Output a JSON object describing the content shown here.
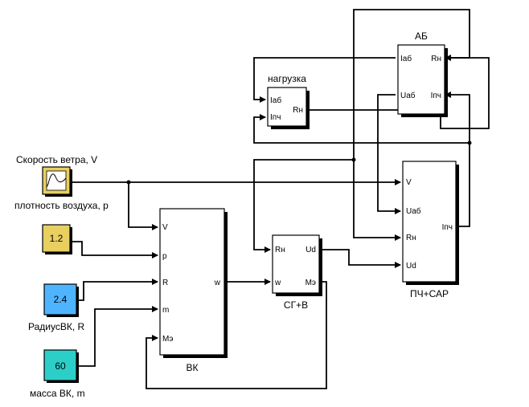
{
  "sources": {
    "wind": {
      "label": "Скорость ветра, V",
      "color": "#e8cf60"
    },
    "density": {
      "label": "плотность воздуха, p",
      "value": "1.2",
      "color": "#e8cf60"
    },
    "radius": {
      "label": "РадиусВК, R",
      "value": "2.4",
      "color": "#4fb4ff"
    },
    "mass": {
      "label": "масса ВК, m",
      "value": "60",
      "color": "#2ccfc8"
    }
  },
  "blocks": {
    "vk": {
      "title": "ВК",
      "inputs": [
        "V",
        "p",
        "R",
        "m",
        "Mэ"
      ],
      "output": "w"
    },
    "sg": {
      "title": "СГ+В",
      "inputs": [
        "Rн",
        "w"
      ],
      "outputs": [
        "Ud",
        "Mэ"
      ]
    },
    "pch": {
      "title": "ПЧ+САР",
      "inputs": [
        "V",
        "Uaб",
        "Rн",
        "Ud"
      ],
      "output": "Iпч"
    },
    "ab": {
      "title": "АБ",
      "inputs": [
        "Iaб",
        "Uaб"
      ],
      "outputs": [
        "Rн",
        "Iпч"
      ]
    },
    "load": {
      "title": "нагрузка",
      "inputs": [
        "Iaб",
        "Iпч"
      ],
      "output": "Rн"
    }
  }
}
